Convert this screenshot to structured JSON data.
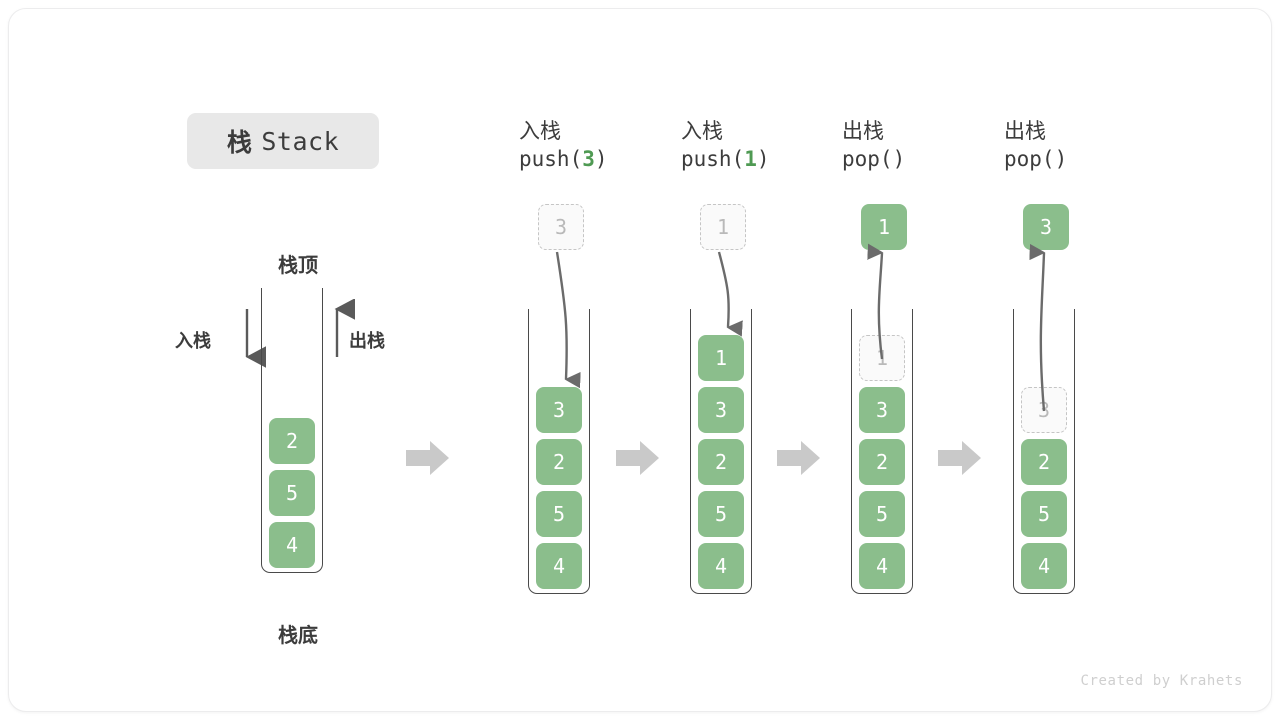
{
  "title": {
    "cn": "栈",
    "en": "Stack"
  },
  "labels": {
    "top": "栈顶",
    "bottom": "栈底",
    "push_side": "入栈",
    "pop_side": "出栈"
  },
  "colors": {
    "cell_green": "#8bbe8c",
    "accent_green": "#4f9a53",
    "ghost_fill": "#fafafa",
    "ghost_border": "#c5c5c5",
    "arrow_gray": "#6b6b6b",
    "step_arrow_gray": "#c9c9c9",
    "title_chip_bg": "#e8e8e8",
    "text_dark": "#3c3c3c"
  },
  "initial_stack": {
    "cells_bottom_to_top": [
      "4",
      "5",
      "2"
    ]
  },
  "steps": [
    {
      "header_cn": "入栈",
      "code_prefix": "push(",
      "code_num": "3",
      "code_suffix": ")",
      "float_box": {
        "value": "3",
        "style": "ghost",
        "position": "above"
      },
      "arrow_direction": "down",
      "cells_bottom_to_top": [
        "4",
        "5",
        "2",
        "3"
      ],
      "ghost_in_stack": null
    },
    {
      "header_cn": "入栈",
      "code_prefix": "push(",
      "code_num": "1",
      "code_suffix": ")",
      "float_box": {
        "value": "1",
        "style": "ghost",
        "position": "above"
      },
      "arrow_direction": "down",
      "cells_bottom_to_top": [
        "4",
        "5",
        "2",
        "3",
        "1"
      ],
      "ghost_in_stack": null
    },
    {
      "header_cn": "出栈",
      "code_prefix": "pop(",
      "code_num": "",
      "code_suffix": ")",
      "float_box": {
        "value": "1",
        "style": "solid",
        "position": "above"
      },
      "arrow_direction": "up",
      "cells_bottom_to_top": [
        "4",
        "5",
        "2",
        "3"
      ],
      "ghost_in_stack": "1"
    },
    {
      "header_cn": "出栈",
      "code_prefix": "pop(",
      "code_num": "",
      "code_suffix": ")",
      "float_box": {
        "value": "3",
        "style": "solid",
        "position": "above"
      },
      "arrow_direction": "up",
      "cells_bottom_to_top": [
        "4",
        "5",
        "2"
      ],
      "ghost_in_stack": "3"
    }
  ],
  "credit": "Created by Krahets"
}
